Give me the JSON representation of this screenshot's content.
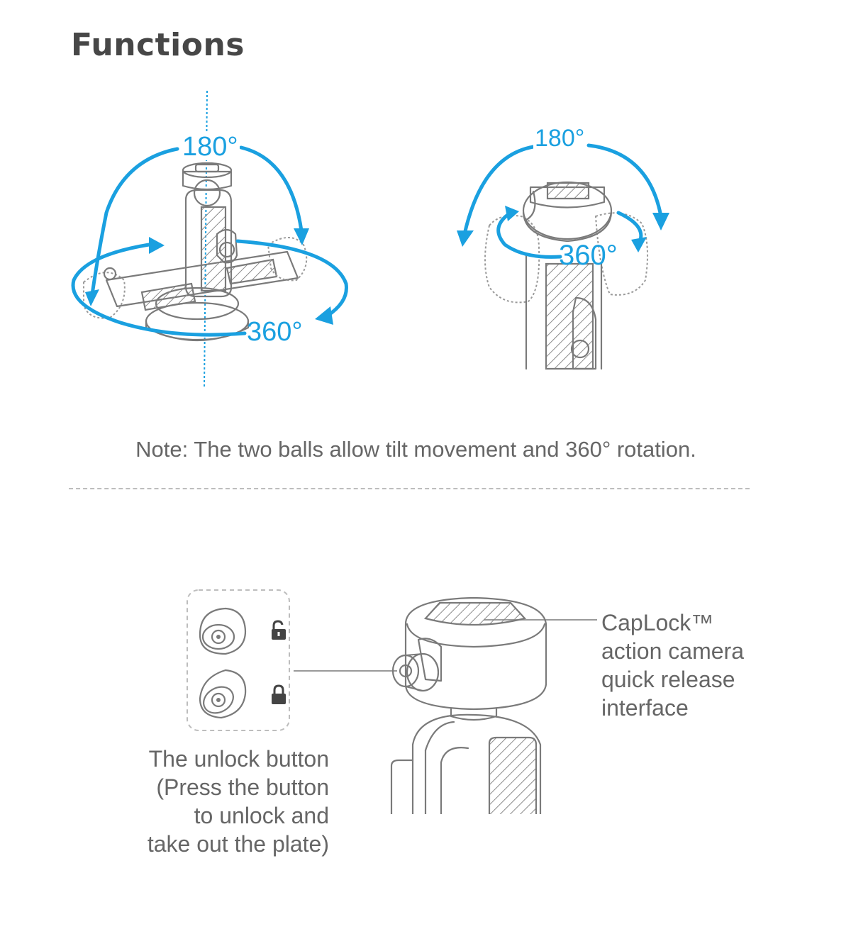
{
  "header": {
    "title": "Functions"
  },
  "diagram_left": {
    "top_angle": "180°",
    "bottom_angle": "360°"
  },
  "diagram_right": {
    "top_angle": "180°",
    "middle_angle": "360°"
  },
  "note": "Note: The two balls allow tilt movement and 360° rotation.",
  "callouts": {
    "unlock_button": "The unlock button\n(Press the button\nto unlock and\ntake out the plate)",
    "caplock": "CapLock™\naction camera\nquick release\ninterface"
  },
  "colors": {
    "accent": "#1aa0e0",
    "ink": "#7a7a7a",
    "text": "#666666"
  },
  "icons": [
    "unlocked-padlock-icon",
    "locked-padlock-icon"
  ]
}
